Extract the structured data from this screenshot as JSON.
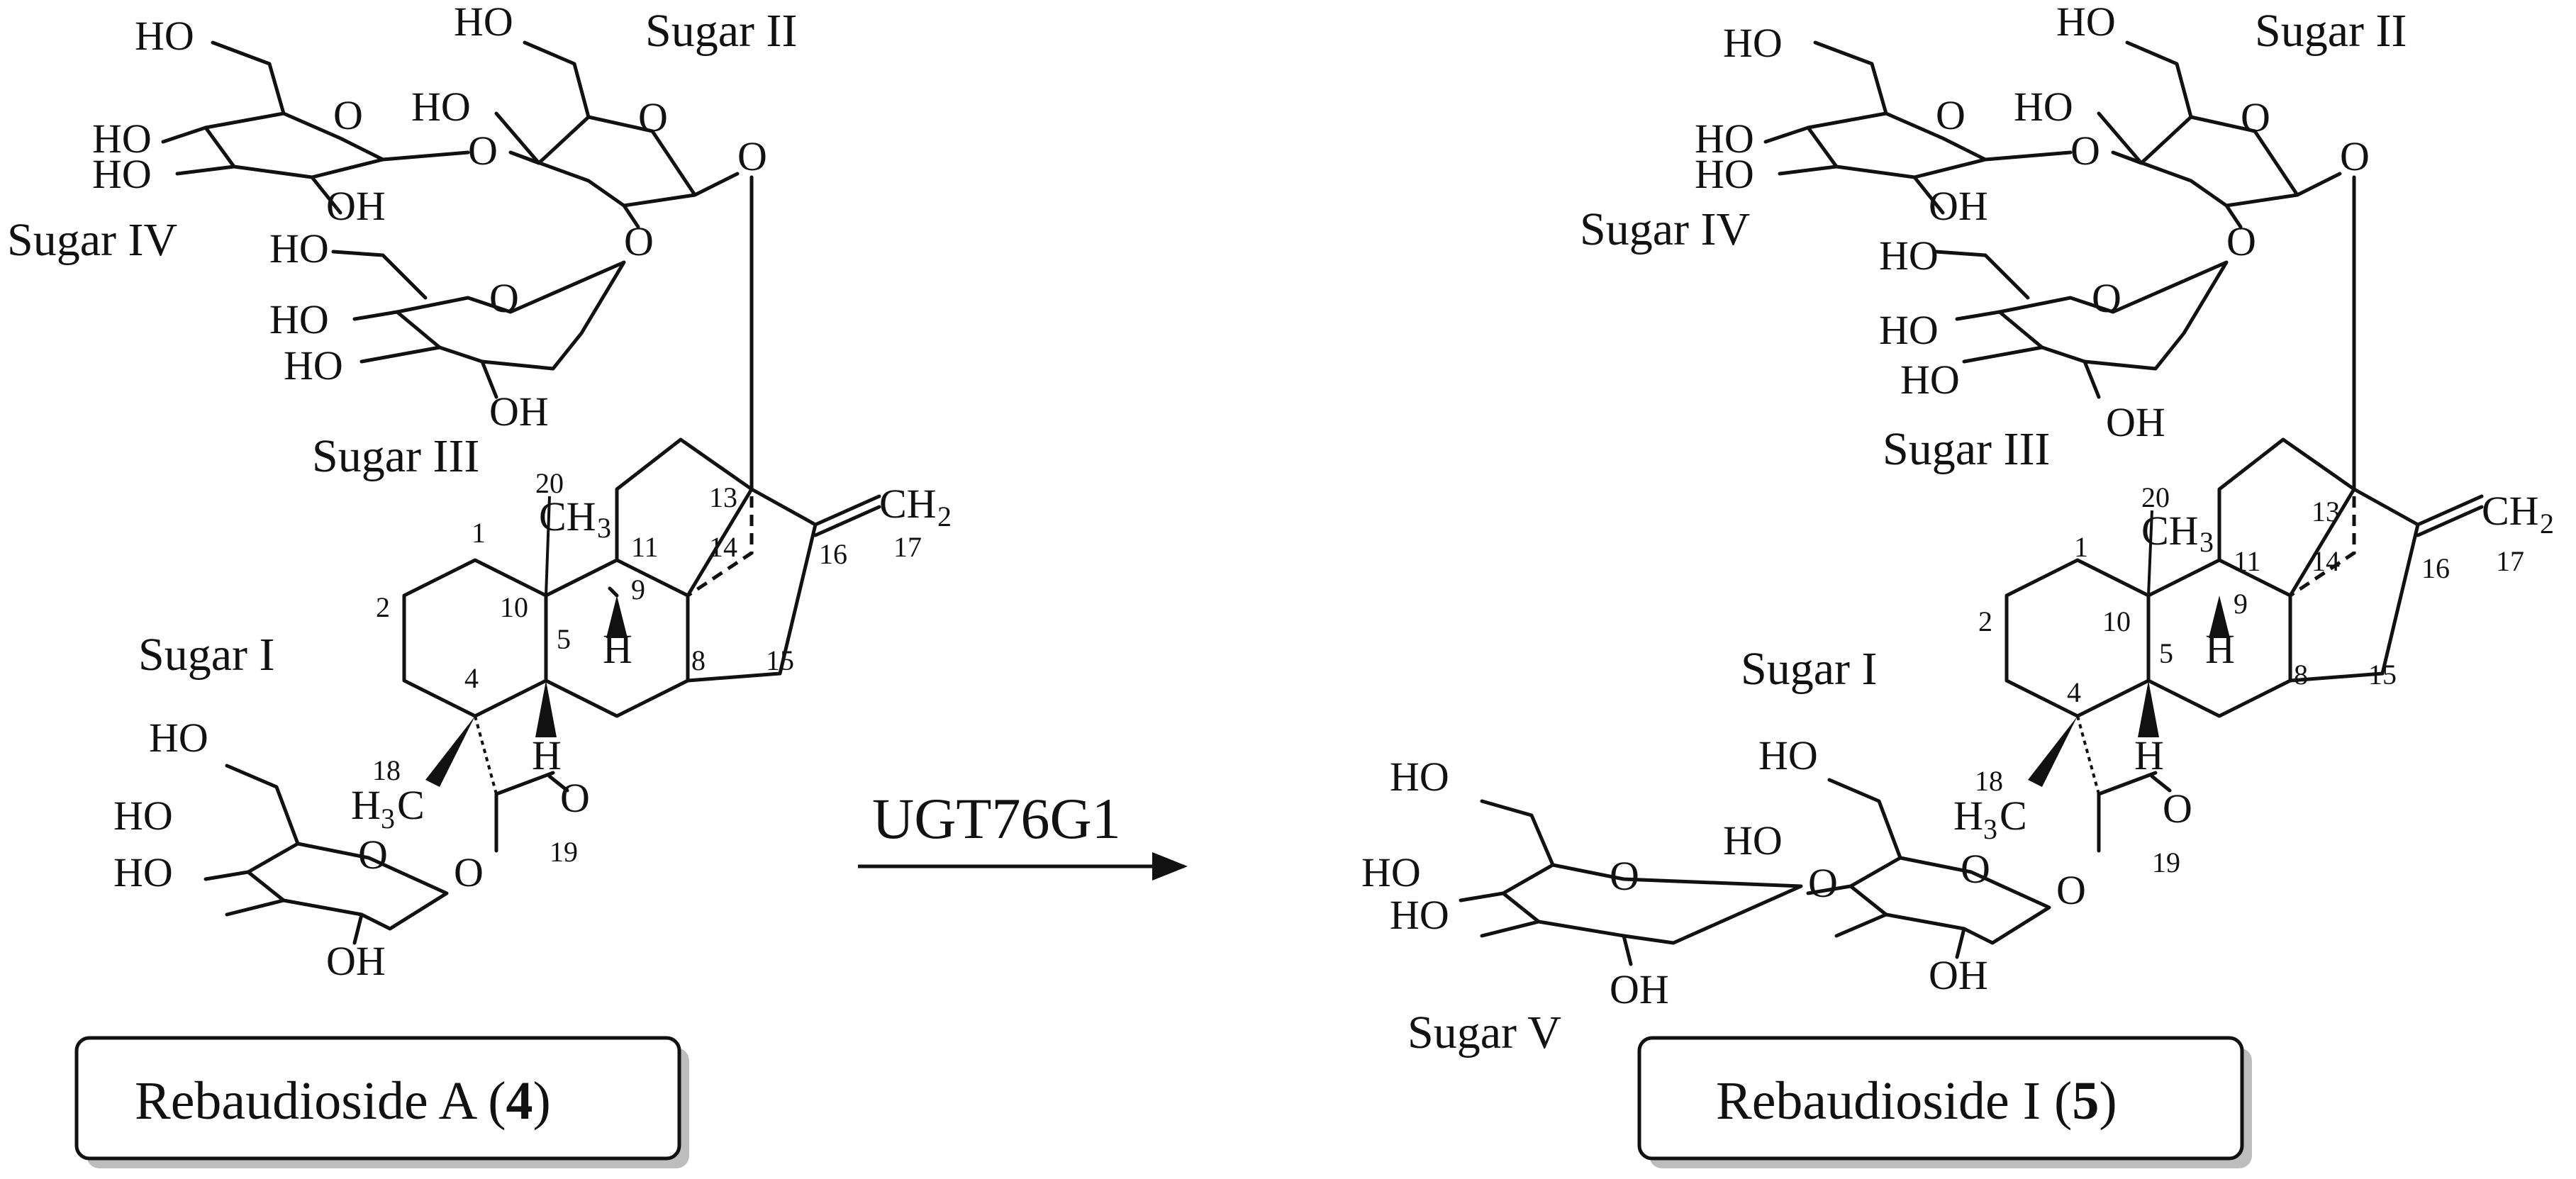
{
  "reactant": {
    "name_prefix": "Rebaudioside A (",
    "name_number": "4",
    "name_suffix": ")",
    "sugar_labels": [
      "Sugar I",
      "Sugar II",
      "Sugar III",
      "Sugar IV"
    ]
  },
  "product": {
    "name_prefix": "Rebaudioside I (",
    "name_number": "5",
    "name_suffix": ")",
    "sugar_labels": [
      "Sugar I",
      "Sugar II",
      "Sugar III",
      "Sugar IV",
      "Sugar V"
    ]
  },
  "enzyme": "UGT76G1",
  "atoms": {
    "HO": "HO",
    "OH": "OH",
    "O": "O",
    "H": "H",
    "CH": "CH",
    "sub2": "2",
    "sub3": "3",
    "H3C_H": "H",
    "H3C_C": "C"
  },
  "carbon_numbers": [
    "1",
    "2",
    "4",
    "5",
    "8",
    "9",
    "10",
    "11",
    "13",
    "14",
    "15",
    "16",
    "17",
    "18",
    "19",
    "20"
  ],
  "colors": {
    "ink": "#111111",
    "box_shadow": "#bdbdbd",
    "background": "#ffffff"
  }
}
